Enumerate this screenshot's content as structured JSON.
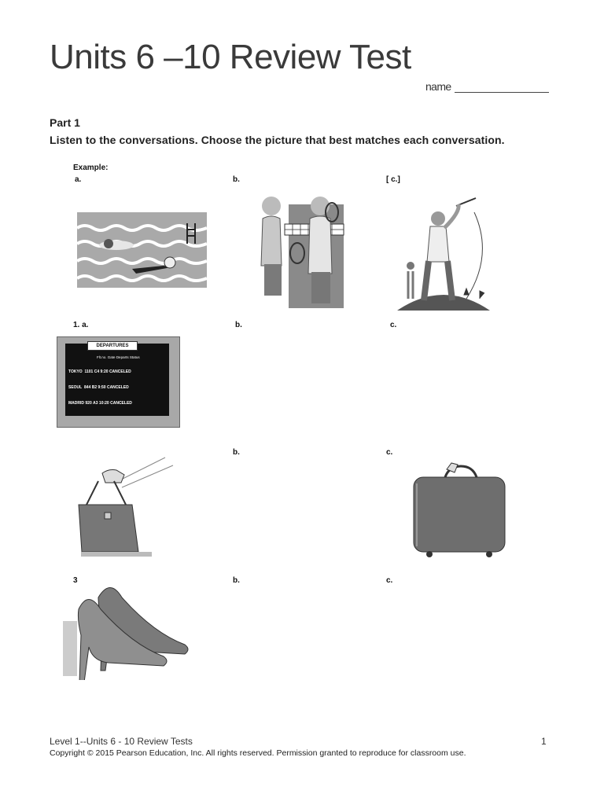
{
  "title": "Units 6 –10 Review Test",
  "name_label": "name",
  "part": {
    "title": "Part 1",
    "instructions": "Listen to the conversations. Choose the picture that best matches each conversation."
  },
  "example": {
    "heading": "Example:",
    "labels": [
      "a.",
      "b.",
      "[ c.]"
    ]
  },
  "question1": {
    "labels": [
      "1. a.",
      "b.",
      "c."
    ],
    "board": {
      "heading": "DEPARTURES",
      "columns": [
        "Flt.no.",
        "Gate",
        "Departs",
        "Status"
      ],
      "rows": [
        [
          "TOKYO",
          "1101",
          "C4",
          "9:20",
          "CANCELED"
        ],
        [
          "SEOUL",
          "844",
          "B2",
          "9:50",
          "CANCELED"
        ],
        [
          "MADRID",
          "920",
          "A3",
          "10:20",
          "CANCELED"
        ]
      ]
    }
  },
  "question2": {
    "labels": [
      "b.",
      "c."
    ]
  },
  "question3": {
    "labels": [
      "3",
      "b.",
      "c."
    ]
  },
  "footer": {
    "left": "Level 1--Units 6 - 10 Review Tests",
    "page": "1",
    "copyright": "Copyright © 2015 Pearson Education, Inc. All rights reserved. Permission granted to reproduce for classroom use."
  }
}
